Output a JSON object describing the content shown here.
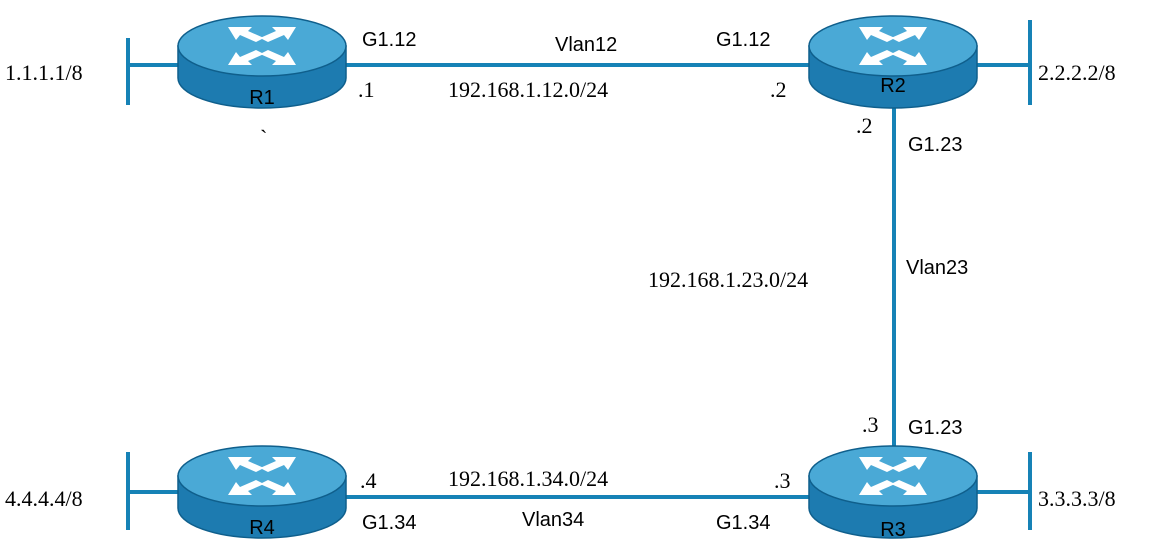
{
  "colors": {
    "link": "#1682b6",
    "router_top": "#4aa9d6",
    "router_side": "#1d7bb0",
    "router_edge": "#0f5f8c",
    "arrow": "#ffffff"
  },
  "routers": [
    {
      "id": "R1",
      "label": "R1",
      "icon": "router-icon"
    },
    {
      "id": "R2",
      "label": "R2",
      "icon": "router-icon"
    },
    {
      "id": "R3",
      "label": "R3",
      "icon": "router-icon"
    },
    {
      "id": "R4",
      "label": "R4",
      "icon": "router-icon"
    }
  ],
  "loopbacks": {
    "r1": "1.1.1.1/8",
    "r2": "2.2.2.2/8",
    "r3": "3.3.3.3/8",
    "r4": "4.4.4.4/8"
  },
  "links": {
    "r1_r2": {
      "vlan": "Vlan12",
      "subnet": "192.168.1.12.0/24",
      "r1_if": "G1.12",
      "r1_host": ".1",
      "r2_if": "G1.12",
      "r2_host": ".2"
    },
    "r2_r3": {
      "vlan": "Vlan23",
      "subnet": "192.168.1.23.0/24",
      "r2_if": "G1.23",
      "r2_host": ".2",
      "r3_if": "G1.23",
      "r3_host": ".3"
    },
    "r3_r4": {
      "vlan": "Vlan34",
      "subnet": "192.168.1.34.0/24",
      "r4_if": "G1.34",
      "r4_host": ".4",
      "r3_if": "G1.34",
      "r3_host": ".3"
    }
  },
  "stray_mark": "`"
}
